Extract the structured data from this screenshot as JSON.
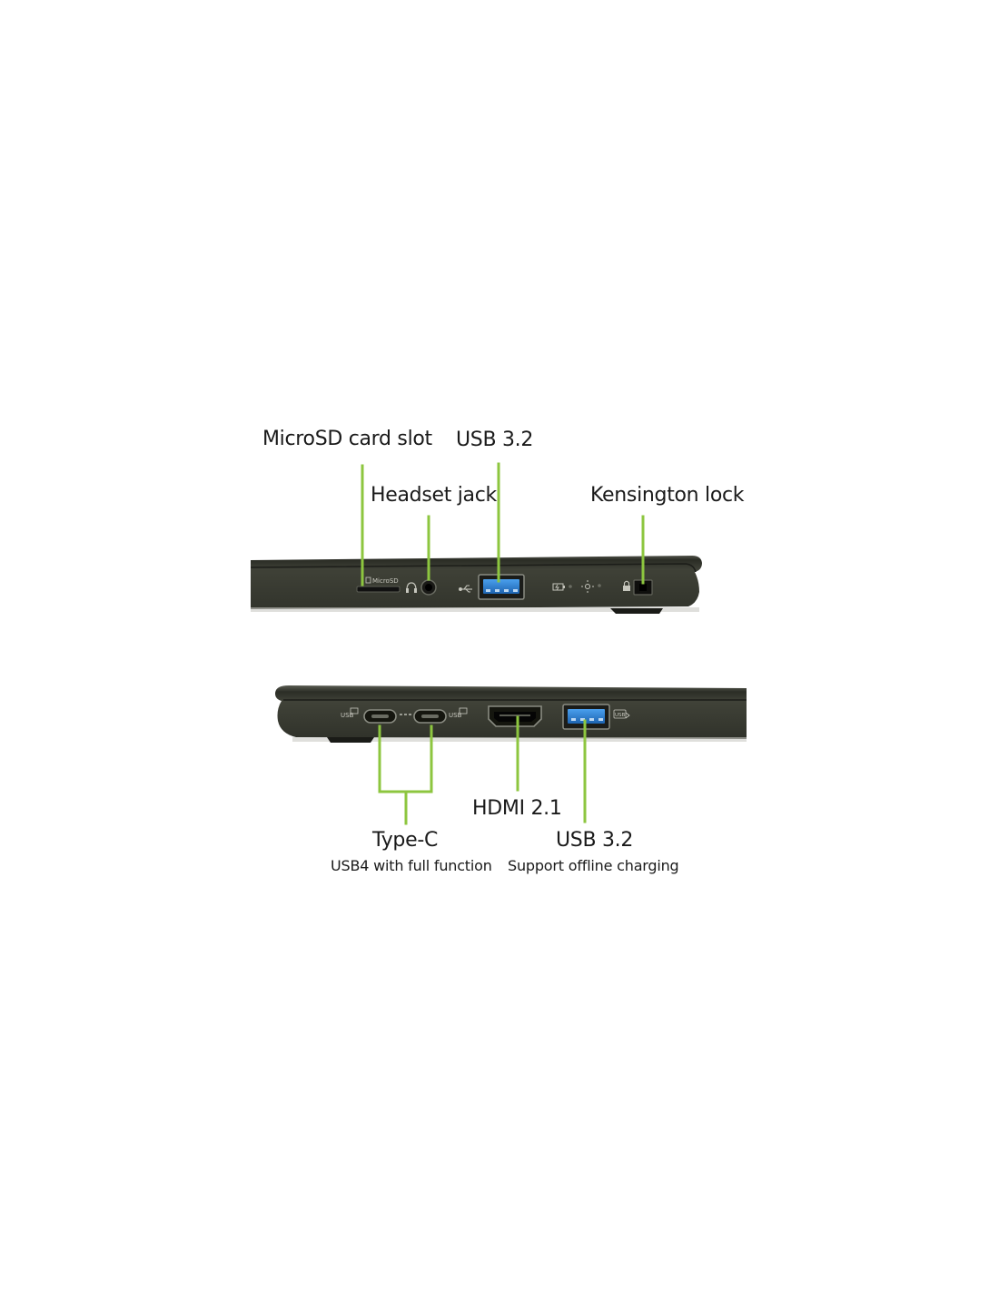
{
  "top_view": {
    "labels": {
      "microsd": "MicroSD card slot",
      "usb_top": "USB 3.2",
      "headset": "Headset jack",
      "kensington": "Kensington lock"
    },
    "port_marks": {
      "microsd": "MicroSD"
    }
  },
  "bottom_view": {
    "labels": {
      "typec": "Type-C",
      "typec_desc": "USB4 with full function",
      "hdmi": "HDMI 2.1",
      "usb_bottom": "USB 3.2",
      "usb_bottom_desc": "Support offline charging"
    },
    "port_marks": {
      "usb_left": "USB",
      "usb_right": "USB",
      "usb_a": "USB"
    }
  },
  "colors": {
    "accent_line": "#8dc63f",
    "chassis": "#3b3d33",
    "chassis_dark": "#23251f",
    "usb_blue": "#2a7fd4"
  },
  "icons": [
    "headset-icon",
    "usb-symbol-icon",
    "battery-charge-icon",
    "power-light-icon",
    "lock-icon"
  ]
}
